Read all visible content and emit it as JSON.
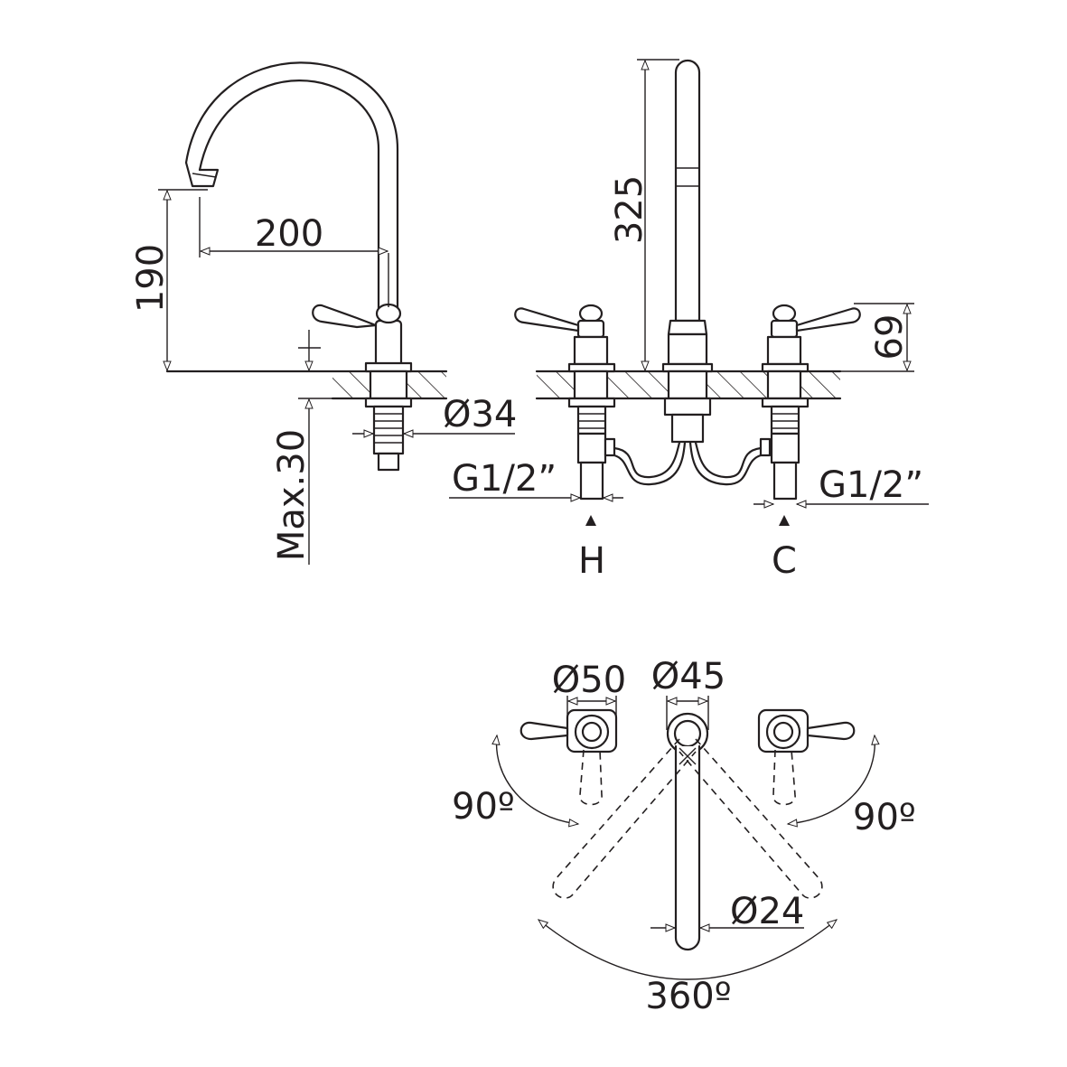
{
  "dimensions": {
    "spout_reach": "200",
    "spout_height": "190",
    "total_height": "325",
    "handle_height": "69",
    "hole_diameter": "Ø34",
    "max_deck": "Max.30",
    "thread_left": "G1/2”",
    "thread_right": "G1/2”",
    "handle_base_diameter": "Ø50",
    "spout_base_diameter": "Ø45",
    "spout_tube_diameter": "Ø24",
    "handle_rotation_left": "90º",
    "handle_rotation_right": "90º",
    "spout_rotation": "360º"
  },
  "connections": {
    "hot": "H",
    "cold": "C"
  },
  "colors": {
    "line": "#231f20",
    "background": "#ffffff"
  }
}
